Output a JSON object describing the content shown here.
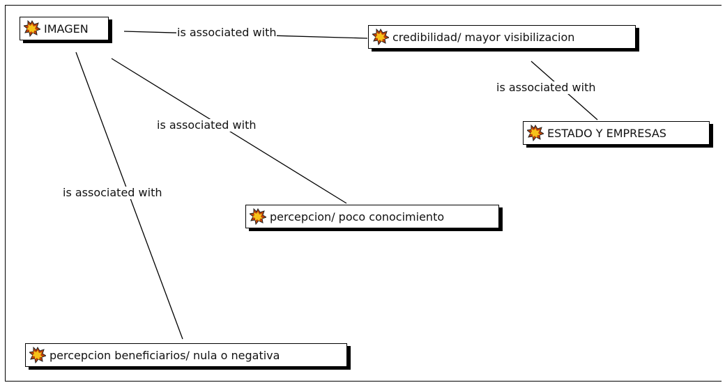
{
  "diagram": {
    "nodes": [
      {
        "id": "imagen",
        "label": "IMAGEN",
        "icon": "code-star-icon"
      },
      {
        "id": "credibilidad",
        "label": "credibilidad/ mayor visibilizacion",
        "icon": "code-star-icon"
      },
      {
        "id": "estado",
        "label": "ESTADO Y EMPRESAS",
        "icon": "code-star-icon"
      },
      {
        "id": "percepcion",
        "label": "percepcion/ poco conocimiento",
        "icon": "code-star-icon"
      },
      {
        "id": "beneficiarios",
        "label": "percepcion beneficiarios/ nula o negativa",
        "icon": "code-star-icon"
      }
    ],
    "edges": [
      {
        "from": "imagen",
        "to": "credibilidad",
        "label": "is associated with"
      },
      {
        "from": "credibilidad",
        "to": "estado",
        "label": "is associated with"
      },
      {
        "from": "imagen",
        "to": "percepcion",
        "label": "is associated with"
      },
      {
        "from": "imagen",
        "to": "beneficiarios",
        "label": "is associated with"
      }
    ]
  }
}
